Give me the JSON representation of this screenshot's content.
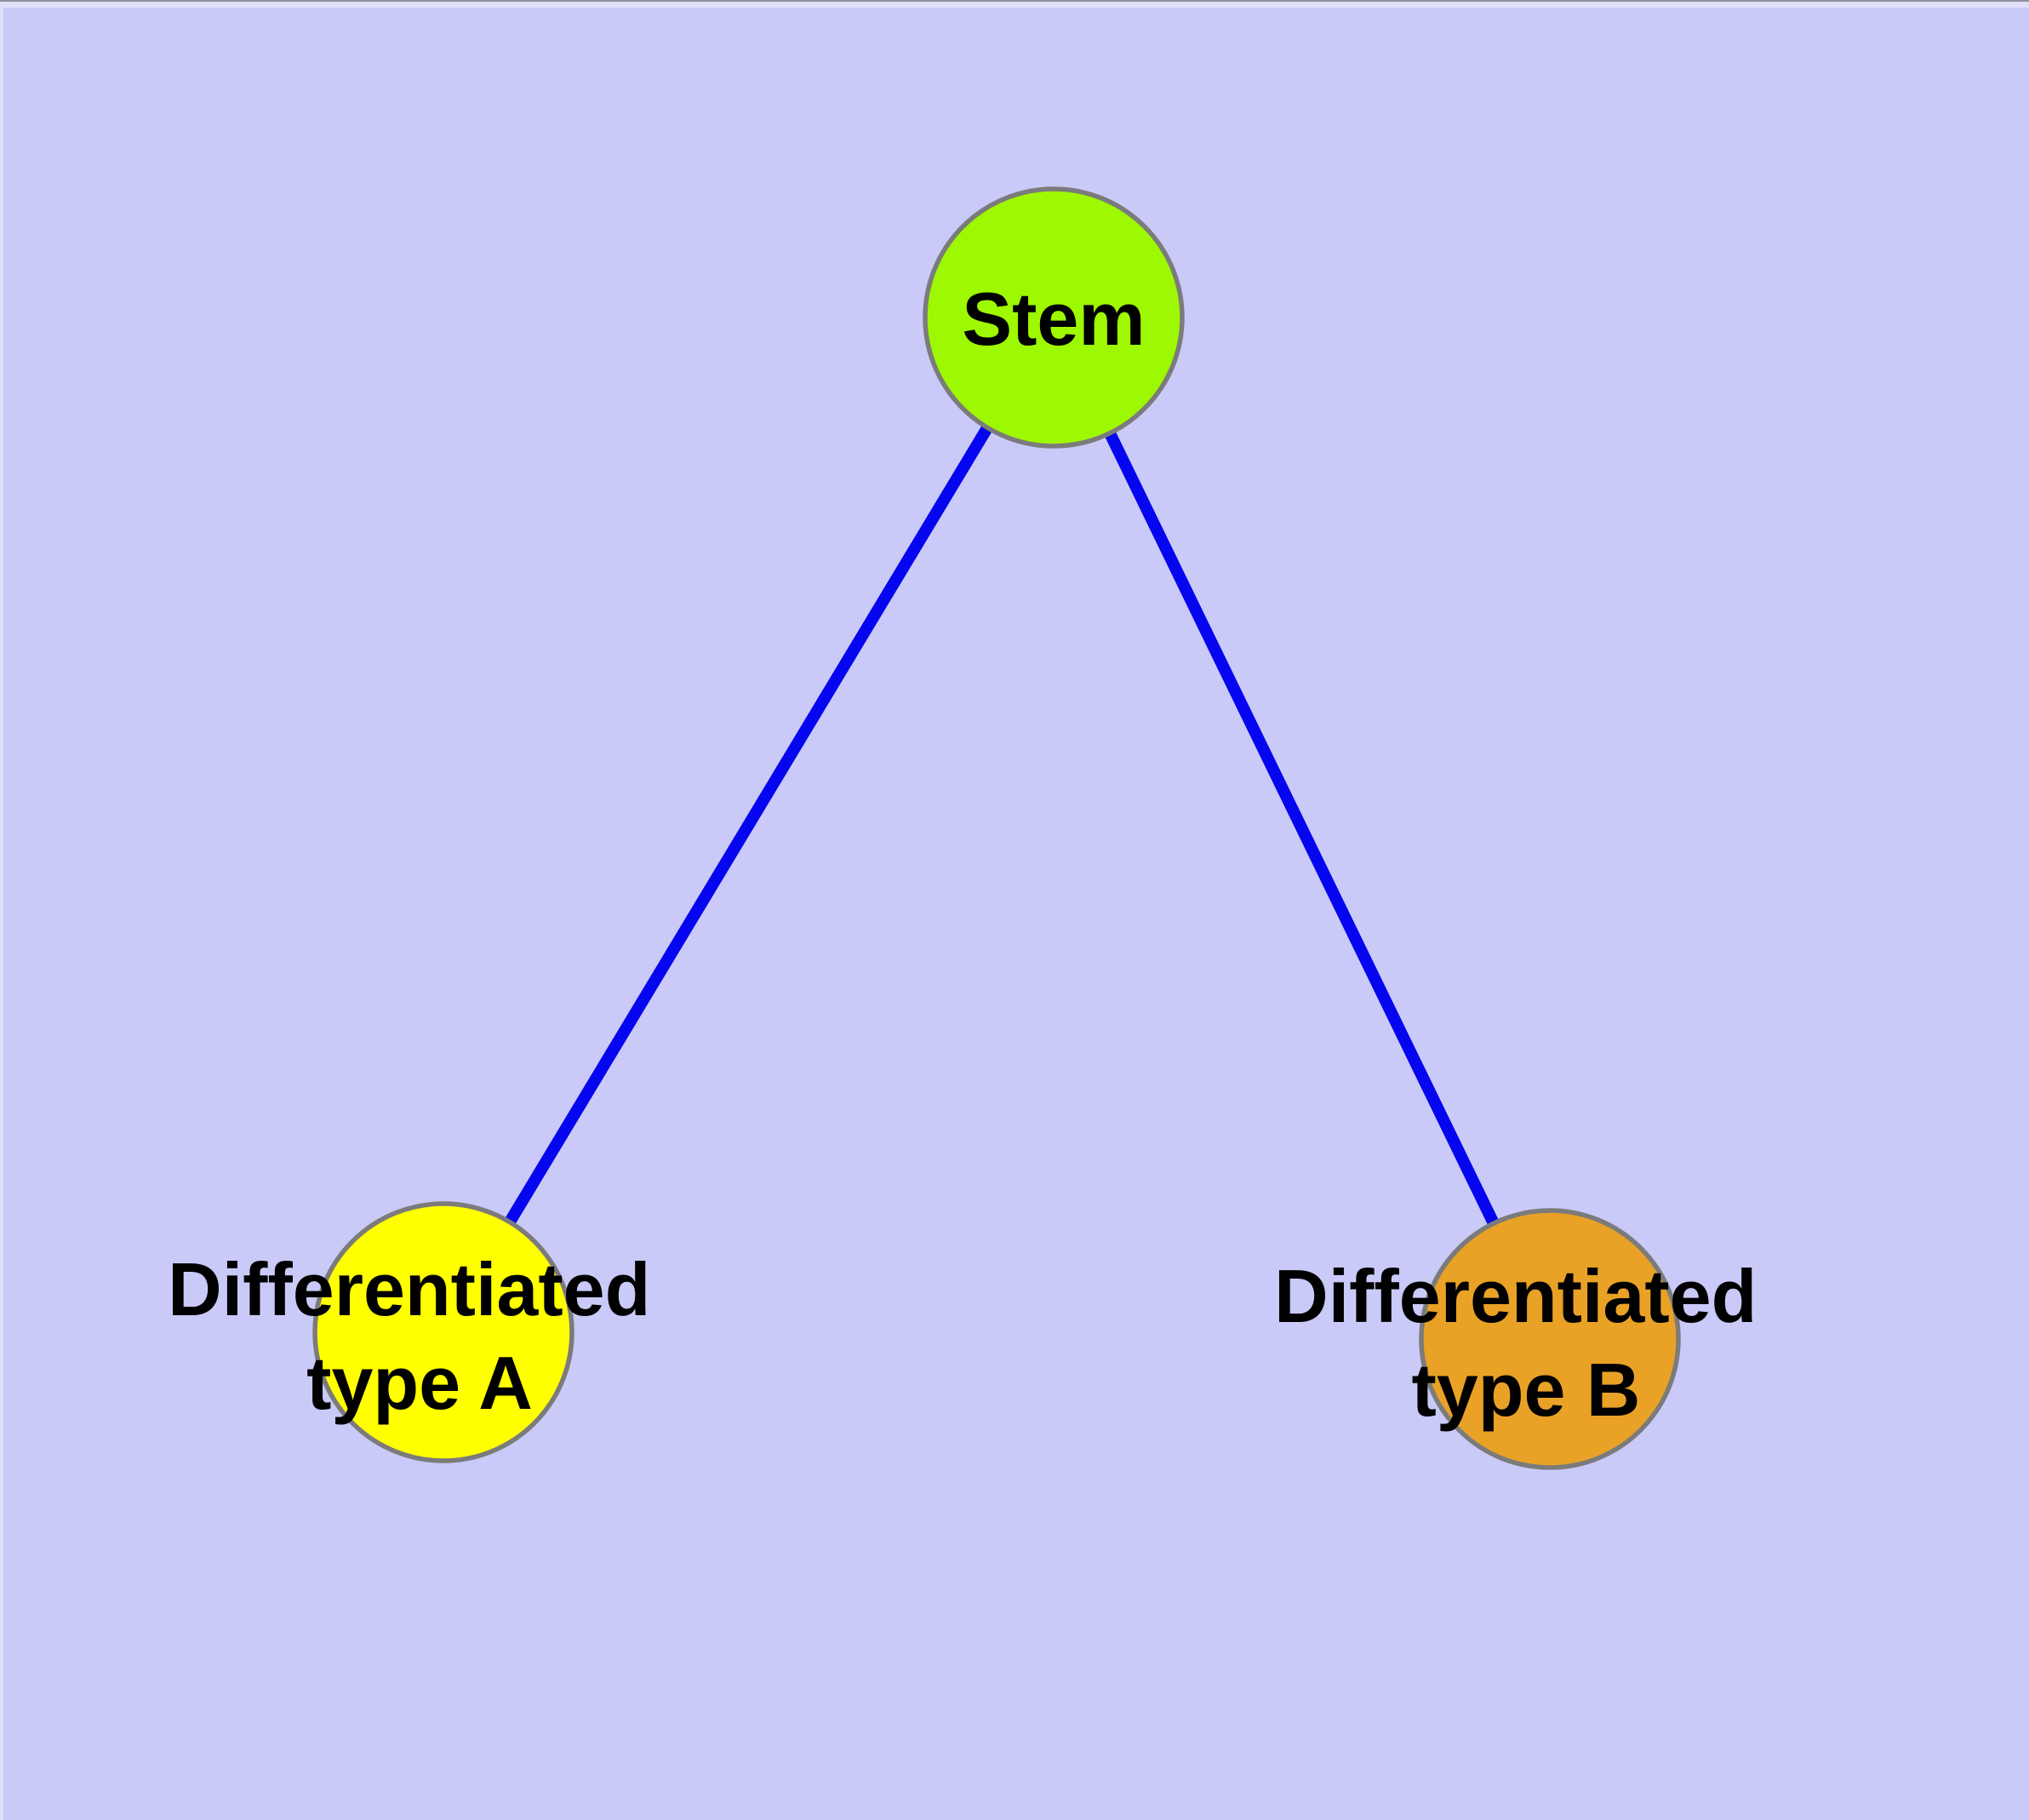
{
  "diagram": {
    "type": "graph",
    "background_color": "#CACAF8",
    "frame_light_color": "#DFDFF6",
    "frame_dark_color": "#8F8F9F",
    "edge_color": "#0505F0",
    "node_border_color": "#7B7B7B",
    "label_color": "#000000",
    "nodes": [
      {
        "id": "stem",
        "label_lines": [
          "Stem"
        ],
        "fill": "#9EF801"
      },
      {
        "id": "differentiated-type-a",
        "label_lines": [
          "Differentiated",
          "type A"
        ],
        "fill": "#FFFF00"
      },
      {
        "id": "differentiated-type-b",
        "label_lines": [
          "Differentiated",
          "type B"
        ],
        "fill": "#E9A226"
      }
    ],
    "edges": [
      {
        "from": "Stem",
        "to": "Differentiated type A"
      },
      {
        "from": "Stem",
        "to": "Differentiated type B"
      }
    ]
  }
}
